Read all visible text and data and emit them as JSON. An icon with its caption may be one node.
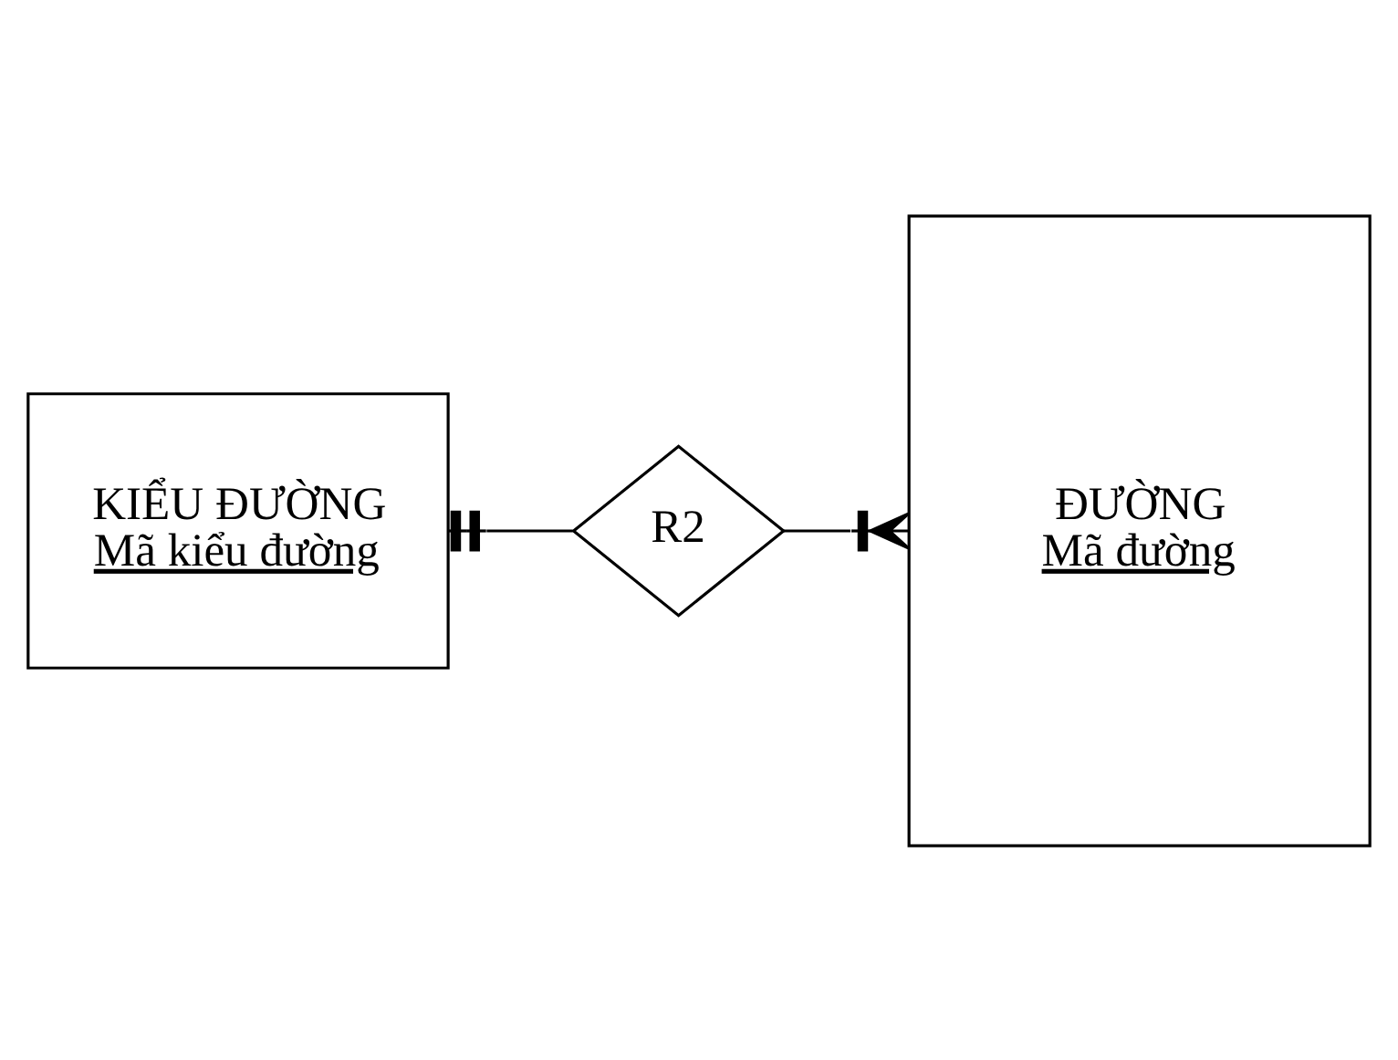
{
  "diagram": {
    "nodes": [
      {
        "text": [
          "KIỂU ĐƯỜNG",
          "Mã kiểu đường"
        ]
      },
      {
        "text": [
          "R2"
        ]
      },
      {
        "text": [
          "ĐƯỜNG",
          "Mã đường"
        ]
      }
    ],
    "edges": [
      {
        "from": 0,
        "to": 1,
        "arrow": "other"
      },
      {
        "from": 1,
        "to": 2,
        "arrow": "other"
      }
    ]
  }
}
